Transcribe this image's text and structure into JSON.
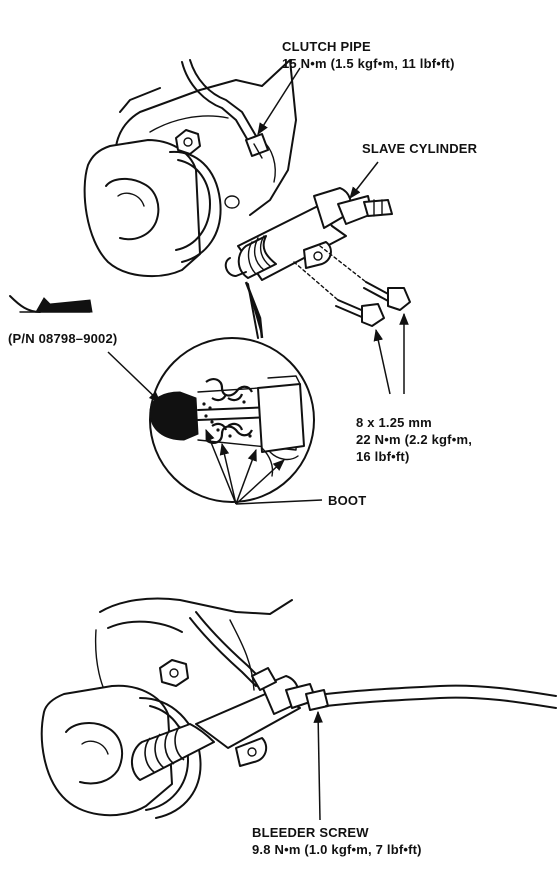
{
  "labels": {
    "clutch_pipe": {
      "line1": "CLUTCH PIPE",
      "line2": "15 N•m (1.5 kgf•m, 11 lbf•ft)"
    },
    "slave_cylinder": "SLAVE CYLINDER",
    "part_number": "(P/N 08798–9002)",
    "bolt_spec": {
      "line1": "8 x 1.25 mm",
      "line2": "22 N•m (2.2 kgf•m,",
      "line3": "16 lbf•ft)"
    },
    "boot": "BOOT",
    "bleeder_screw": {
      "line1": "BLEEDER SCREW",
      "line2": "9.8 N•m (1.0 kgf•m, 7 lbf•ft)"
    }
  }
}
